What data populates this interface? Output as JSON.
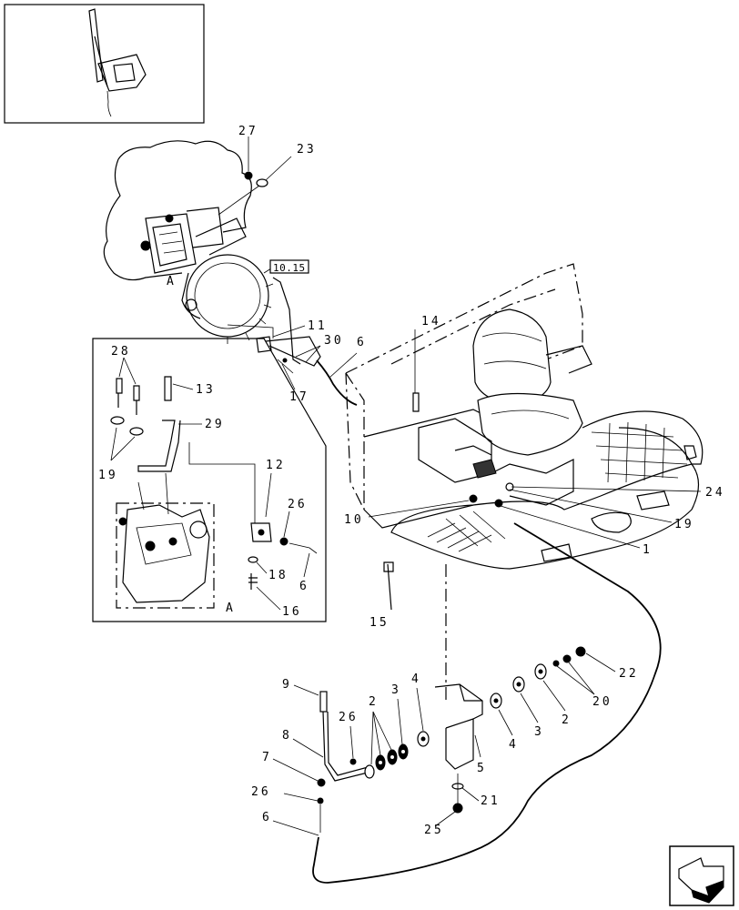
{
  "ref_label": "10.15",
  "view_label": "A",
  "callouts": [
    "1",
    "2",
    "3",
    "4",
    "5",
    "6",
    "7",
    "8",
    "9",
    "10",
    "11",
    "12",
    "13",
    "14",
    "15",
    "16",
    "17",
    "18",
    "19",
    "20",
    "21",
    "22",
    "23",
    "24",
    "25",
    "26",
    "27",
    "28",
    "29",
    "30"
  ],
  "labels": {
    "l27": "27",
    "l23": "23",
    "l11": "11",
    "l30": "30",
    "l6a": "6",
    "l17": "17",
    "l14": "14",
    "l28": "28",
    "l13": "13",
    "l29": "29",
    "l19a": "19",
    "l12": "12",
    "l26a": "26",
    "l6b": "6",
    "l18": "18",
    "l16": "16",
    "l10": "10",
    "l15": "15",
    "l24": "24",
    "l19b": "19",
    "l1": "1",
    "l22": "22",
    "l20": "20",
    "l9": "9",
    "l26b": "26",
    "l2a": "2",
    "l3a": "3",
    "l4a": "4",
    "l8": "8",
    "l7": "7",
    "l26c": "26",
    "l6c": "6",
    "l25": "25",
    "l21": "21",
    "l5": "5",
    "l4b": "4",
    "l3b": "3",
    "l2b": "2",
    "lA1": "A",
    "lA2": "A"
  },
  "nav_icon": "next-page-arrow-icon"
}
